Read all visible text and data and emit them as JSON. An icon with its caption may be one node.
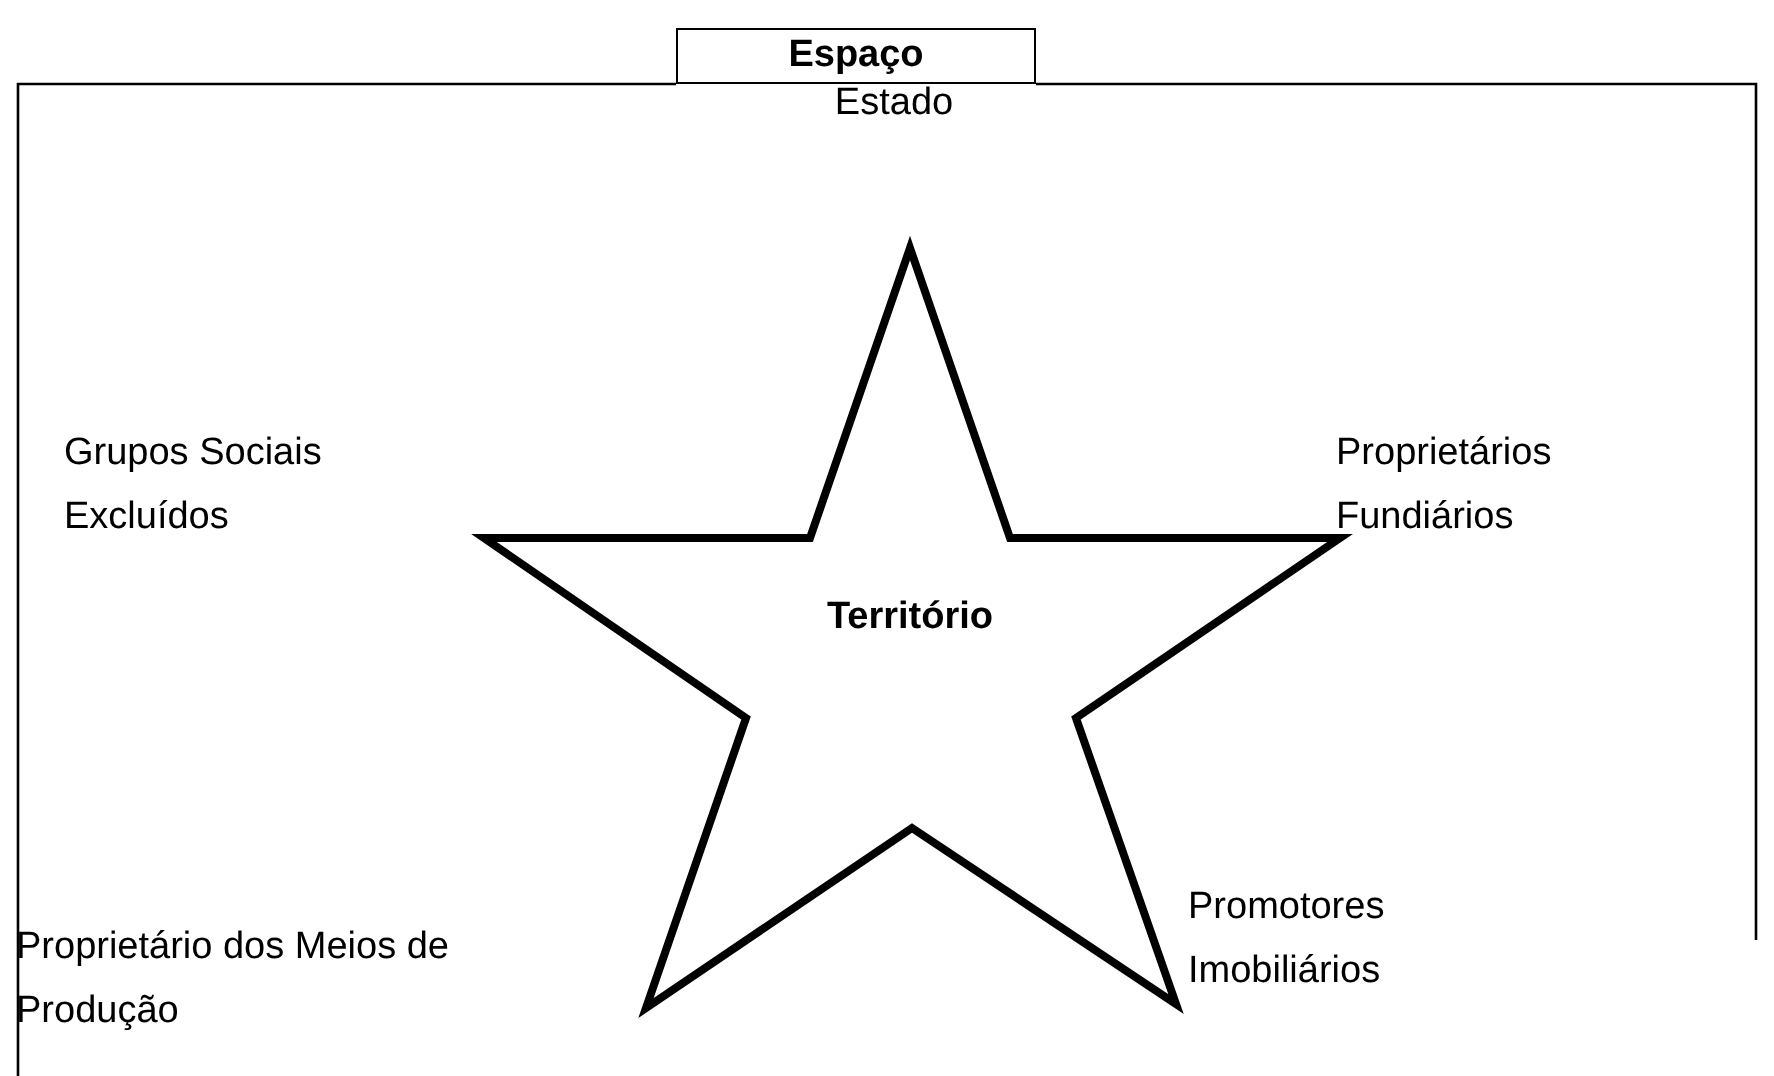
{
  "diagram": {
    "nodes": [
      {
        "text": [
          "Espaço"
        ]
      },
      {
        "text": [
          "Território"
        ],
        "in": 0
      }
    ],
    "edges": [],
    "labels": [
      "Estado",
      "Grupos Sociais Excluídos",
      "Proprietários Fundiários",
      "Proprietário dos Meios de Produção",
      "Promotores Imobiliários"
    ]
  }
}
